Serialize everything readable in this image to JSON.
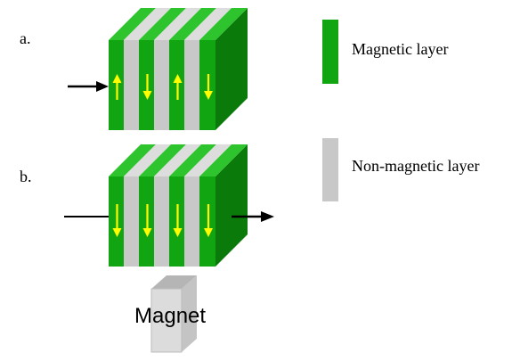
{
  "panels": [
    {
      "label": "a.",
      "magnetization": [
        "up",
        "down",
        "up",
        "down"
      ]
    },
    {
      "label": "b.",
      "magnetization": [
        "down",
        "down",
        "down",
        "down"
      ]
    }
  ],
  "legend": {
    "magnetic": {
      "label": "Magnetic layer",
      "color": "#12a512"
    },
    "nonmagnetic": {
      "label": "Non-magnetic layer",
      "color": "#c8c8c8"
    }
  },
  "magnet": {
    "label": "Magnet"
  },
  "colors": {
    "green_front": "#12a512",
    "green_top": "#2ec42e",
    "green_side": "#0a7a0a",
    "gray_front": "#c8c8c8",
    "gray_top": "#dddddd",
    "arrow": "#ffff00",
    "magnet_front": "#dcdcdc",
    "magnet_top": "#b5b5b5",
    "magnet_side": "#c4c4c4"
  }
}
